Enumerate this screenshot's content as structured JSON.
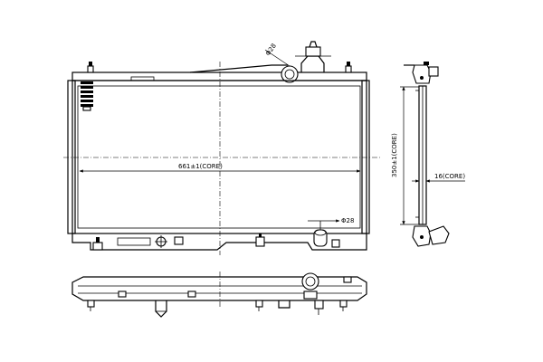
{
  "dimensions": {
    "core_width": "661±1(CORE)",
    "core_height": "350±1(CORE)",
    "core_depth": "16(CORE)",
    "inlet_diameter": "Φ28",
    "outlet_diameter": "Φ28"
  }
}
